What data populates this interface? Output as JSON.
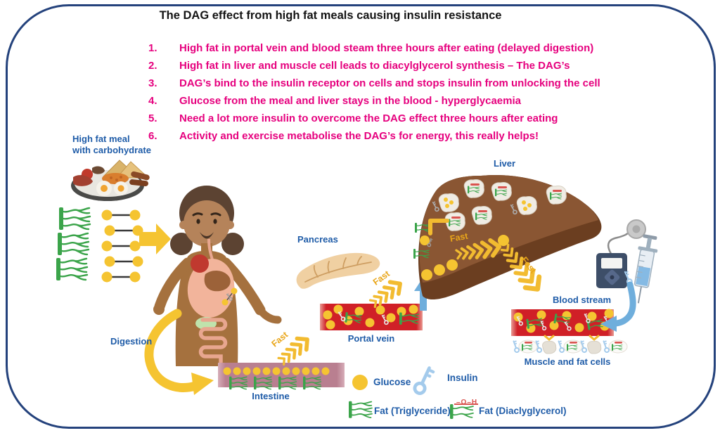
{
  "title": "The DAG effect from high fat meals causing insulin resistance",
  "steps": [
    {
      "num": "1.",
      "text": "High fat in portal vein and blood steam three hours after eating (delayed digestion)"
    },
    {
      "num": "2.",
      "text": "High fat in liver and muscle cell leads to diacylglycerol synthesis – The DAG’s"
    },
    {
      "num": "3.",
      "text": "DAG’s bind to the insulin receptor on cells and stops insulin from unlocking the cell"
    },
    {
      "num": "4.",
      "text": "Glucose from the meal and liver stays in the blood - hyperglycaemia"
    },
    {
      "num": "5.",
      "text": "Need a lot more insulin to overcome the DAG effect three hours after eating"
    },
    {
      "num": "6.",
      "text": "Activity and exercise metabolise the DAG’s for energy, this really helps!"
    }
  ],
  "labels": {
    "meal_line1": "High fat meal",
    "meal_line2": "with carbohydrate",
    "digestion": "Digestion",
    "intestine": "Intestine",
    "pancreas": "Pancreas",
    "portal_vein": "Portal vein",
    "liver": "Liver",
    "blood_stream": "Blood stream",
    "muscle_fat_cells": "Muscle and fat cells",
    "fast": "Fast"
  },
  "legend": {
    "glucose": "Glucose",
    "insulin": "Insulin",
    "fat_triglyceride": "Fat (Triglyceride)",
    "fat_diacylglycerol": "Fat (Diaclyglycerol)",
    "dag_oh": "–O–H"
  },
  "colors": {
    "frame_navy": "#24427C",
    "step_magenta": "#E6007E",
    "label_blue": "#1F5CA8",
    "glucose_yellow": "#F5C431",
    "fat_green": "#3BA44A",
    "vessel_red": "#D02027",
    "intestine_mauve": "#B97F90",
    "liver_brown": "#8A5633",
    "liver_dark": "#6B3E20",
    "insulin_blue": "#A4CBEC",
    "arrow_blue": "#6FAEDC",
    "fast_gold": "#E9A61A"
  }
}
